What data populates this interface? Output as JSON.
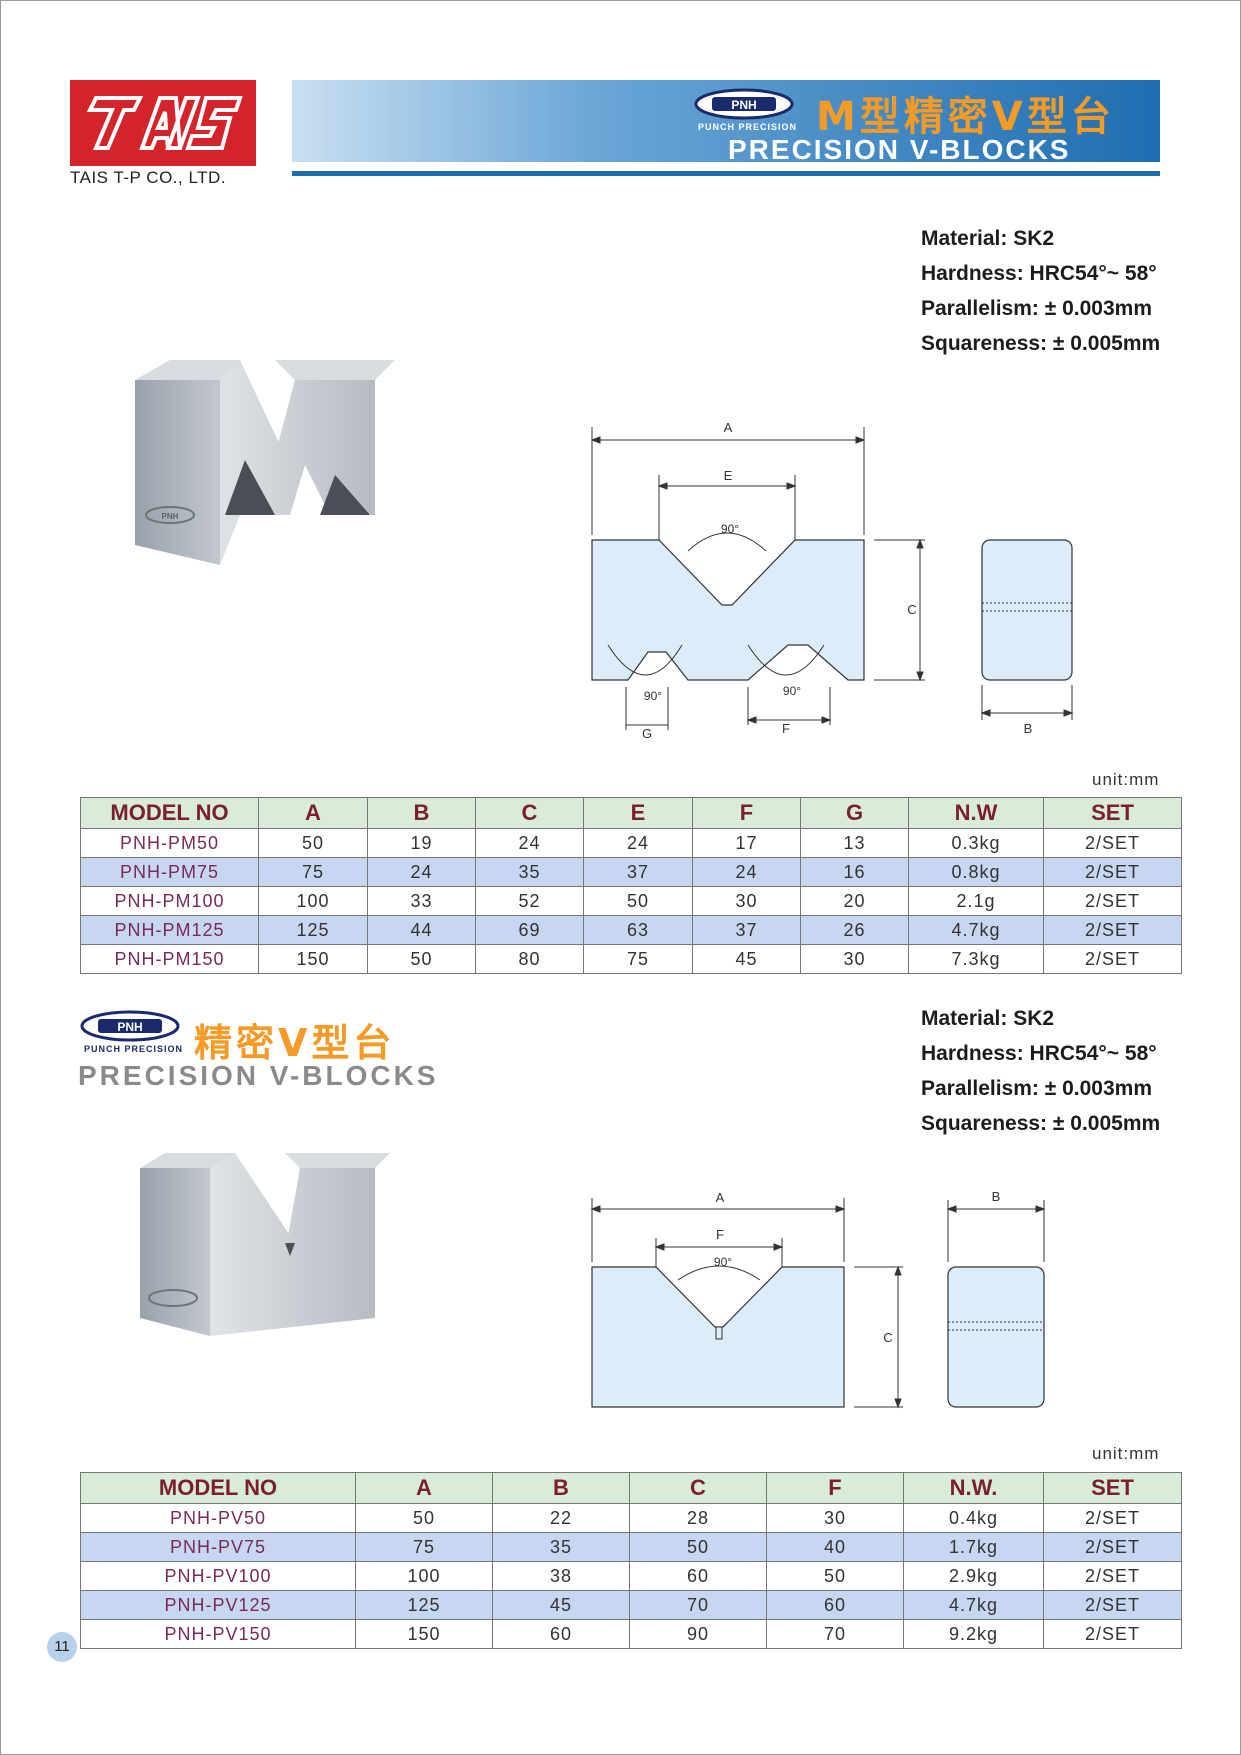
{
  "header": {
    "company_name": "TAIS T-P CO., LTD.",
    "logo_text": "TAIS",
    "brand_badge": "PNH",
    "brand_sub": "PUNCH PRECISION",
    "title_cn": "M型精密V型台",
    "title_en": "PRECISION V-BLOCKS"
  },
  "section1": {
    "specs": [
      {
        "label": "Material:",
        "value": "SK2"
      },
      {
        "label": "Hardness:",
        "value": "HRC54°~ 58°"
      },
      {
        "label": "Parallelism:",
        "value": "± 0.003mm"
      },
      {
        "label": "Squareness:",
        "value": "± 0.005mm"
      }
    ],
    "diagram_labels": {
      "a": "A",
      "e": "E",
      "angle_top": "90°",
      "c": "C",
      "angle_left": "90°",
      "angle_right": "90°",
      "g": "G",
      "f": "F",
      "b": "B"
    },
    "product_logo": "PNH",
    "unit": "unit:mm",
    "table": {
      "headers": [
        "MODEL NO",
        "A",
        "B",
        "C",
        "E",
        "F",
        "G",
        "N.W",
        "SET"
      ],
      "rows": [
        [
          "PNH-PM50",
          "50",
          "19",
          "24",
          "24",
          "17",
          "13",
          "0.3kg",
          "2/SET"
        ],
        [
          "PNH-PM75",
          "75",
          "24",
          "35",
          "37",
          "24",
          "16",
          "0.8kg",
          "2/SET"
        ],
        [
          "PNH-PM100",
          "100",
          "33",
          "52",
          "50",
          "30",
          "20",
          "2.1g",
          "2/SET"
        ],
        [
          "PNH-PM125",
          "125",
          "44",
          "69",
          "63",
          "37",
          "26",
          "4.7kg",
          "2/SET"
        ],
        [
          "PNH-PM150",
          "150",
          "50",
          "80",
          "75",
          "45",
          "30",
          "7.3kg",
          "2/SET"
        ]
      ]
    }
  },
  "section2": {
    "brand_badge": "PNH",
    "brand_sub": "PUNCH PRECISION",
    "title_cn": "精密V型台",
    "title_en": "PRECISION V-BLOCKS",
    "specs": [
      {
        "label": "Material:",
        "value": "SK2"
      },
      {
        "label": "Hardness:",
        "value": "HRC54°~ 58°"
      },
      {
        "label": "Parallelism:",
        "value": "± 0.003mm"
      },
      {
        "label": "Squareness:",
        "value": "± 0.005mm"
      }
    ],
    "diagram_labels": {
      "a": "A",
      "f": "F",
      "angle": "90°",
      "c": "C",
      "b": "B"
    },
    "unit": "unit:mm",
    "table": {
      "headers": [
        "MODEL NO",
        "A",
        "B",
        "C",
        "F",
        "N.W.",
        "SET"
      ],
      "rows": [
        [
          "PNH-PV50",
          "50",
          "22",
          "28",
          "30",
          "0.4kg",
          "2/SET"
        ],
        [
          "PNH-PV75",
          "75",
          "35",
          "50",
          "40",
          "1.7kg",
          "2/SET"
        ],
        [
          "PNH-PV100",
          "100",
          "38",
          "60",
          "50",
          "2.9kg",
          "2/SET"
        ],
        [
          "PNH-PV125",
          "125",
          "45",
          "70",
          "60",
          "4.7kg",
          "2/SET"
        ],
        [
          "PNH-PV150",
          "150",
          "60",
          "90",
          "70",
          "9.2kg",
          "2/SET"
        ]
      ]
    }
  },
  "footer": {
    "page_number": "11"
  },
  "colors": {
    "brand_red": "#d4242b",
    "banner_blue": "#1f6db1",
    "title_orange": "#f39a27",
    "header_green": "#d8ecd9",
    "row_blue": "#c7d6f1",
    "diagram_fill": "#dcecf9"
  }
}
